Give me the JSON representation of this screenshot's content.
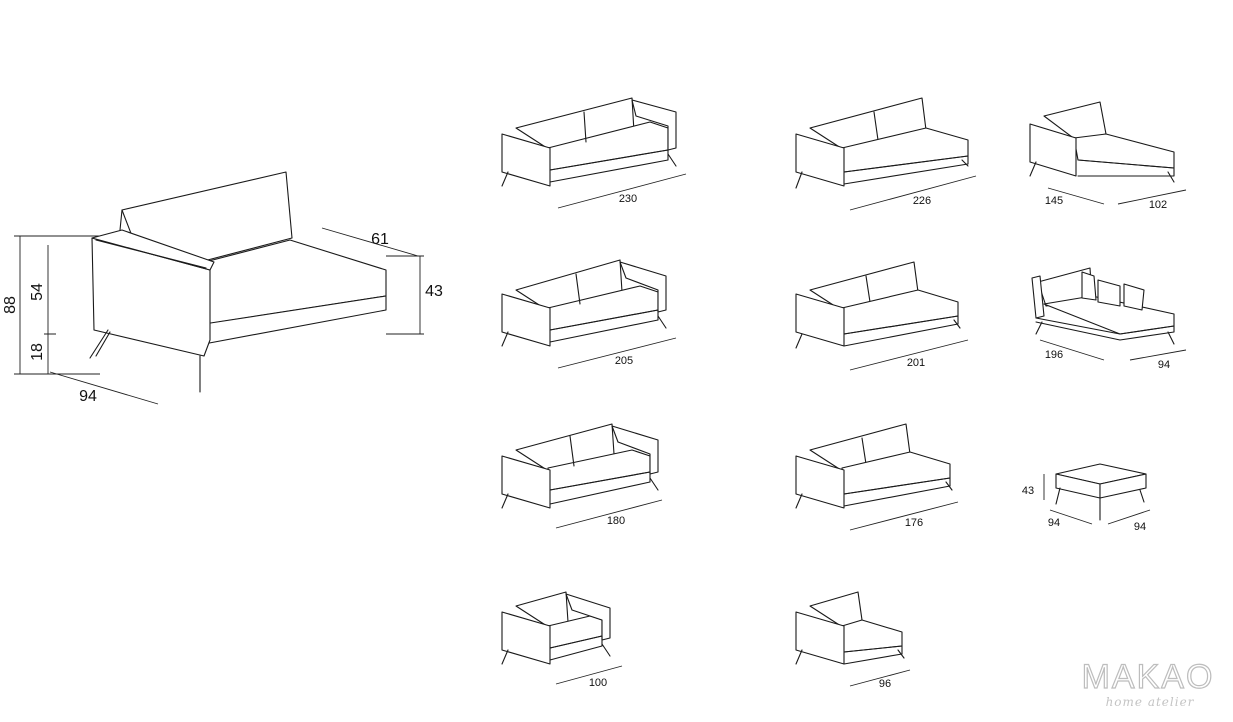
{
  "main_module": {
    "dims": {
      "height_total": "88",
      "back_height": "54",
      "leg_height": "18",
      "seat_depth": "61",
      "seat_height": "43",
      "depth": "94"
    }
  },
  "variants": [
    {
      "id": "sofa-3-230",
      "label": "230"
    },
    {
      "id": "sofa-205",
      "label": "205"
    },
    {
      "id": "sofa-180",
      "label": "180"
    },
    {
      "id": "armchair-100",
      "label": "100"
    },
    {
      "id": "module-226",
      "label": "226"
    },
    {
      "id": "module-201",
      "label": "201"
    },
    {
      "id": "module-176",
      "label": "176"
    },
    {
      "id": "module-96",
      "label": "96"
    },
    {
      "id": "chaise-145",
      "label_a": "145",
      "label_b": "102"
    },
    {
      "id": "daybed-196",
      "label_a": "196",
      "label_b": "94"
    },
    {
      "id": "pouf-94",
      "height": "43",
      "label_a": "94",
      "label_b": "94"
    }
  ],
  "brand": {
    "name": "MAKAO",
    "tagline": "home atelier",
    "color": "#bdbdbd"
  }
}
